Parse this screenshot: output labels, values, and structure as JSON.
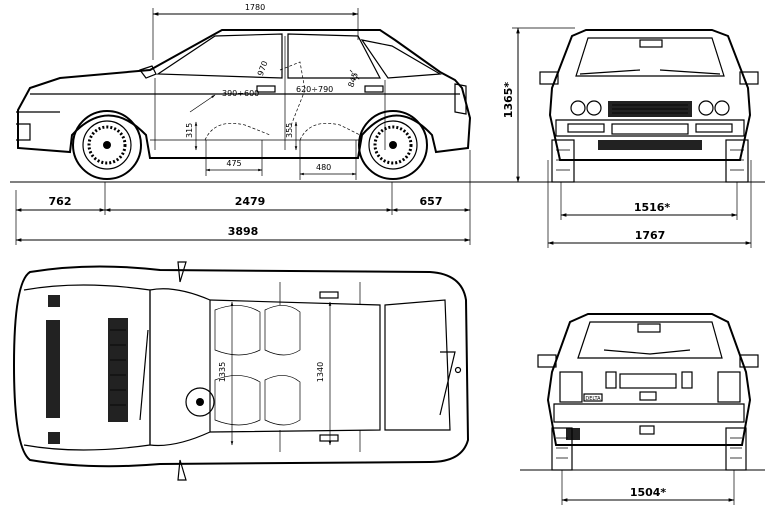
{
  "side_view": {
    "top_dim": "1780",
    "seat_dims": [
      "970",
      "390÷600",
      "620÷790",
      "845"
    ],
    "floor_dims": [
      "315",
      "355"
    ],
    "interior_dims": [
      "475",
      "480"
    ],
    "overhang_front": "762",
    "wheelbase": "2479",
    "overhang_rear": "657",
    "length": "3898"
  },
  "front_view": {
    "height": "1365*",
    "track_front": "1516*",
    "width": "1767"
  },
  "top_view": {
    "front_width_interior": "1335",
    "rear_width_interior": "1340"
  },
  "rear_view": {
    "track_rear": "1504*",
    "rear_badge": "DELTA"
  }
}
